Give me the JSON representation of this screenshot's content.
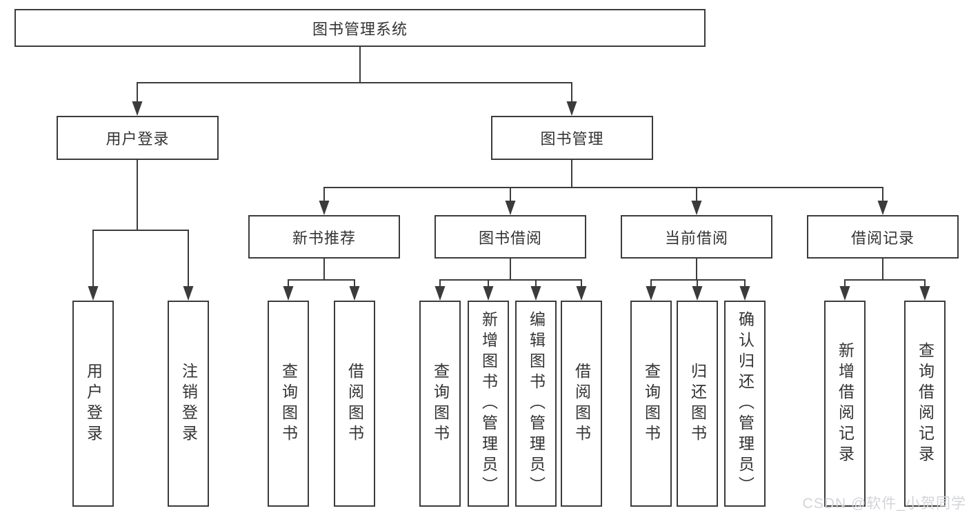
{
  "theme": {
    "bg": "#ffffff",
    "line": "#3b3b3b",
    "text": "#333333",
    "watermark": "#d3d4d8"
  },
  "tree": {
    "root": {
      "label": "图书管理系统",
      "children": [
        {
          "label": "用户登录",
          "children": [
            {
              "label": "用户登录"
            },
            {
              "label": "注销登录"
            }
          ]
        },
        {
          "label": "图书管理",
          "children": [
            {
              "label": "新书推荐",
              "children": [
                {
                  "label": "查询图书"
                },
                {
                  "label": "借阅图书"
                }
              ]
            },
            {
              "label": "图书借阅",
              "children": [
                {
                  "label": "查询图书"
                },
                {
                  "label": "新增图书（管理员）"
                },
                {
                  "label": "编辑图书（管理员）"
                },
                {
                  "label": "借阅图书"
                }
              ]
            },
            {
              "label": "当前借阅",
              "children": [
                {
                  "label": "查询图书"
                },
                {
                  "label": "归还图书"
                },
                {
                  "label": "确认归还（管理员）"
                }
              ]
            },
            {
              "label": "借阅记录",
              "children": [
                {
                  "label": "新增借阅记录"
                },
                {
                  "label": "查询借阅记录"
                }
              ]
            }
          ]
        }
      ]
    }
  },
  "watermark": {
    "text": "CSDN @软件_小贺同学"
  }
}
